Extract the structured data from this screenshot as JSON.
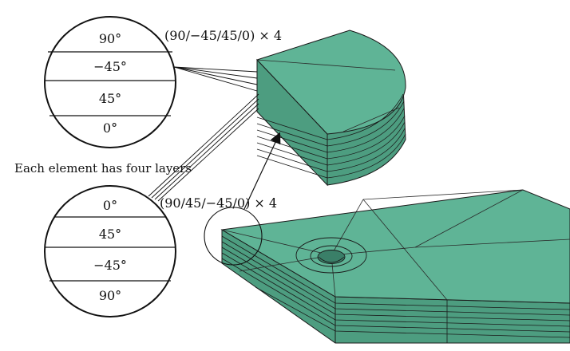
{
  "colors": {
    "laminate_fill": "#5fb496",
    "laminate_side": "#4d9d80",
    "laminate_dark": "#3f8a6f",
    "line": "#1a1a1a",
    "hole": "#3a7f68"
  },
  "top_circle": {
    "layers": [
      "90°",
      "−45°",
      "45°",
      "0°"
    ]
  },
  "bottom_circle": {
    "layers": [
      "0°",
      "45°",
      "−45°",
      "90°"
    ]
  },
  "labels": {
    "top_stack": "(90/−45/45/0) × 4",
    "bottom_stack": "(90/45/−45/0) × 4",
    "note": "Each element has four layers"
  }
}
